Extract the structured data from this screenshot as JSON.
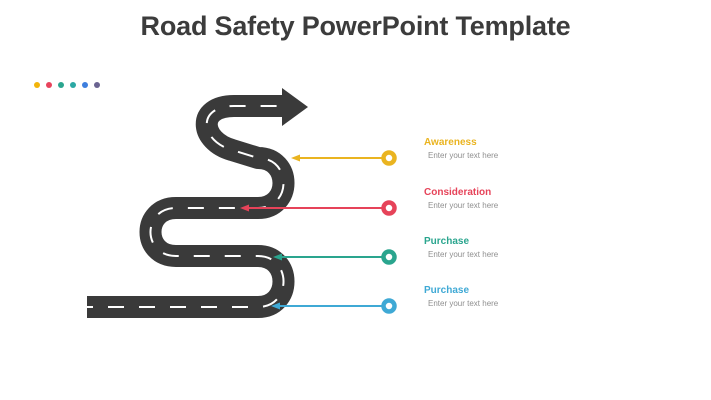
{
  "title": "Road Safety PowerPoint Template",
  "road": {
    "name": "winding-road-with-arrow",
    "color": "#3a3a3a",
    "marking_color": "#ffffff"
  },
  "decor_dots": [
    {
      "color": "#f2b40b"
    },
    {
      "color": "#e8435c"
    },
    {
      "color": "#2ba58f"
    },
    {
      "color": "#2ba8a4"
    },
    {
      "color": "#3e7fde"
    },
    {
      "color": "#6a6391"
    }
  ],
  "callouts": [
    {
      "label": "Awareness",
      "placeholder": "Enter your text here",
      "color": "#eab420"
    },
    {
      "label": "Consideration",
      "placeholder": "Enter your text here",
      "color": "#e64359"
    },
    {
      "label": "Purchase",
      "placeholder": "Enter your text here",
      "color": "#2aa58e"
    },
    {
      "label": "Purchase",
      "placeholder": "Enter your text here",
      "color": "#3fa9d5"
    }
  ]
}
